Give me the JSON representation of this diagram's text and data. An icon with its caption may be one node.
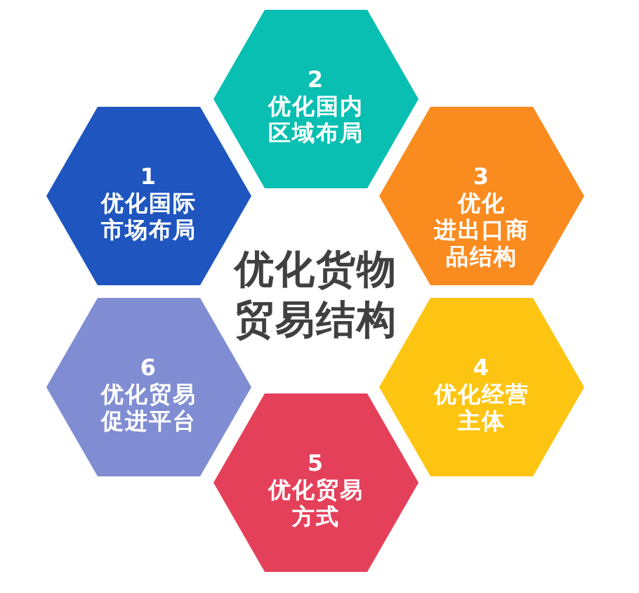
{
  "diagram": {
    "title": "优化货物贸易结构",
    "nodes": [
      {
        "text": [
          "1",
          "优化国际市场布局"
        ]
      },
      {
        "text": [
          "2",
          "优化国内区域布局"
        ]
      },
      {
        "text": [
          "3",
          "优化",
          "进出口商品结构"
        ]
      },
      {
        "text": [
          "4",
          "优化经营主体"
        ]
      },
      {
        "text": [
          "5",
          "优化贸易方式"
        ]
      },
      {
        "text": [
          "6",
          "优化贸易促进平台"
        ]
      }
    ]
  }
}
